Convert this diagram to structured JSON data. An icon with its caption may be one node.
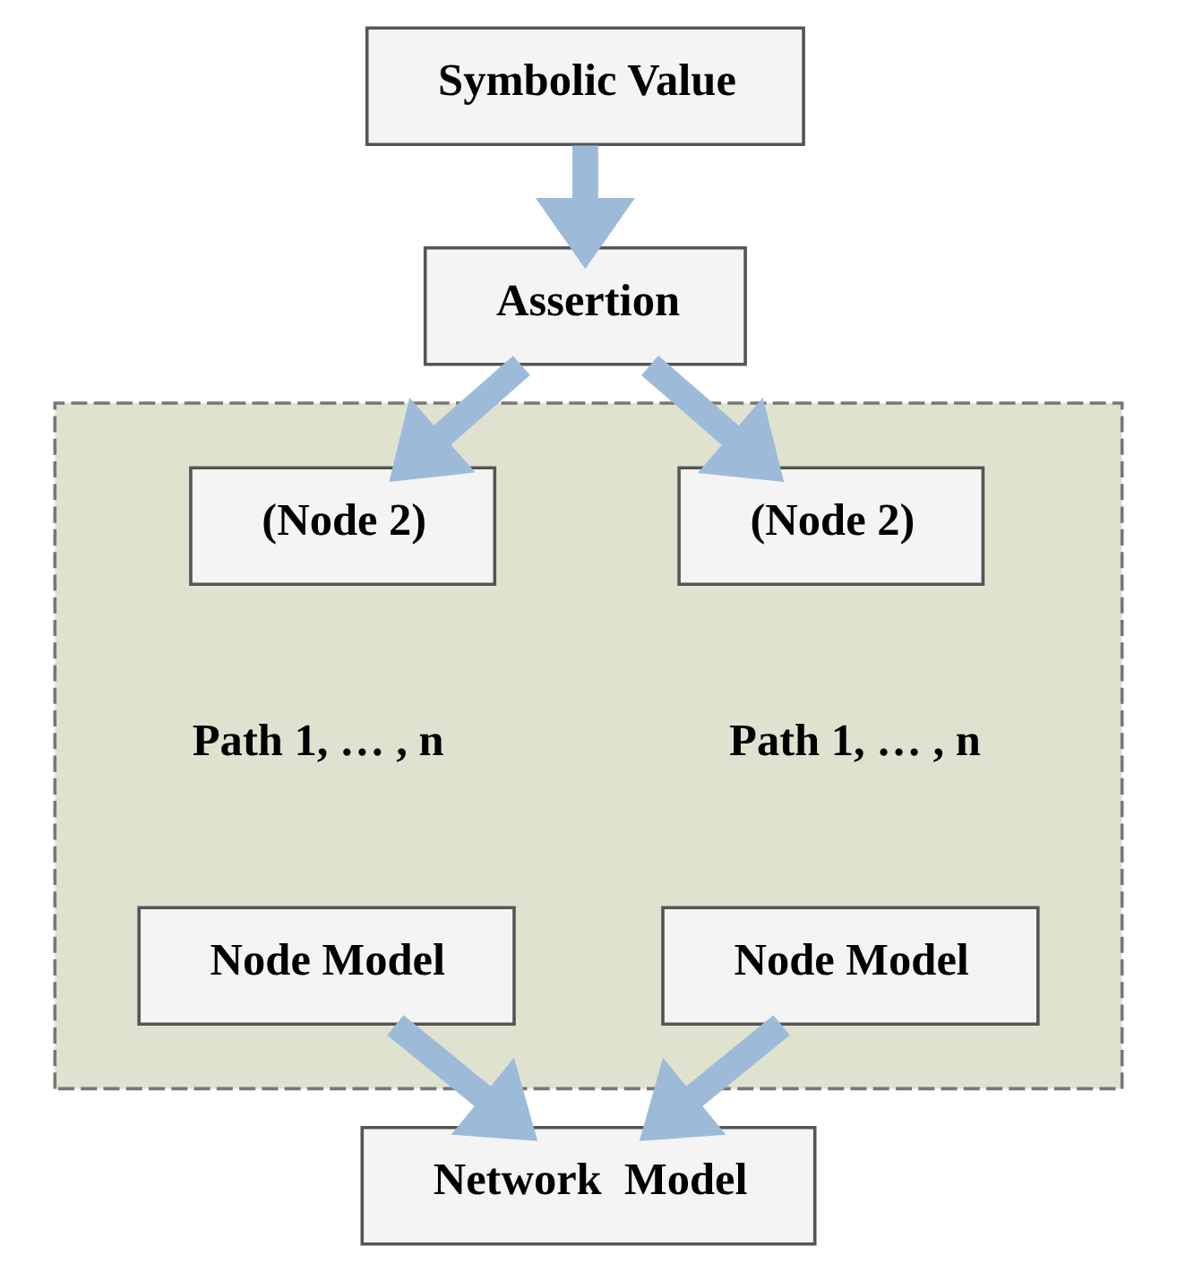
{
  "diagram": {
    "nodes": [
      {
        "text": [
          "Symbolic Value"
        ]
      },
      {
        "text": [
          "Assertion"
        ]
      },
      {
        "text": [],
        "shape": "box"
      },
      {
        "text": [
          "(Node 2)"
        ],
        "in": 2
      },
      {
        "text": [
          "(Node 2)"
        ],
        "in": 2
      },
      {
        "text": [
          "Node Model"
        ],
        "in": 2
      },
      {
        "text": [
          "Node Model"
        ],
        "in": 2
      },
      {
        "text": [
          "Network  Model"
        ]
      }
    ],
    "edges": [
      {
        "from": 0,
        "to": 1,
        "arrow": "to"
      },
      {
        "from": 1,
        "to": 3,
        "arrow": "to"
      },
      {
        "from": 1,
        "to": 4,
        "arrow": "to"
      },
      {
        "from": 5,
        "to": 7,
        "arrow": "to"
      },
      {
        "from": 6,
        "to": 7,
        "arrow": "to"
      }
    ],
    "labels": [
      "Path 1, … , n",
      "Path 1, … , n"
    ]
  }
}
